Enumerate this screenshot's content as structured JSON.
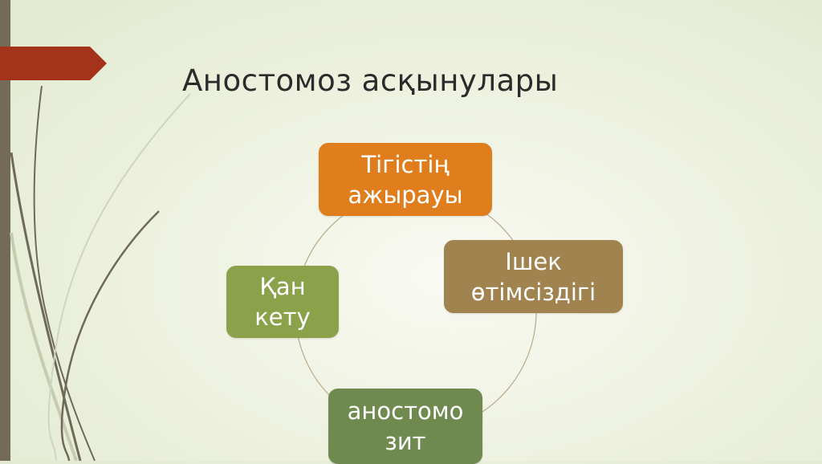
{
  "slide": {
    "title": "Аностомоз асқынулары",
    "colors": {
      "left_bar": "#736b57",
      "banner": "#a5321a",
      "decorative_lines": "#6f6a58",
      "cycle_line": "#b9a98a",
      "title_text": "#2b2b2b"
    }
  },
  "diagram": {
    "type": "cycle",
    "nodes": [
      {
        "id": "top",
        "lines": [
          "Тігістің",
          "ажырауы"
        ],
        "color": "#e07e1e"
      },
      {
        "id": "right",
        "lines": [
          "Ішек",
          "өтімсіздігі"
        ],
        "color": "#a0834f"
      },
      {
        "id": "bottom",
        "lines": [
          "аностомо",
          "зит"
        ],
        "color": "#6e8a4e"
      },
      {
        "id": "left",
        "lines": [
          "Қан",
          "кету"
        ],
        "color": "#8ba24a"
      }
    ]
  }
}
